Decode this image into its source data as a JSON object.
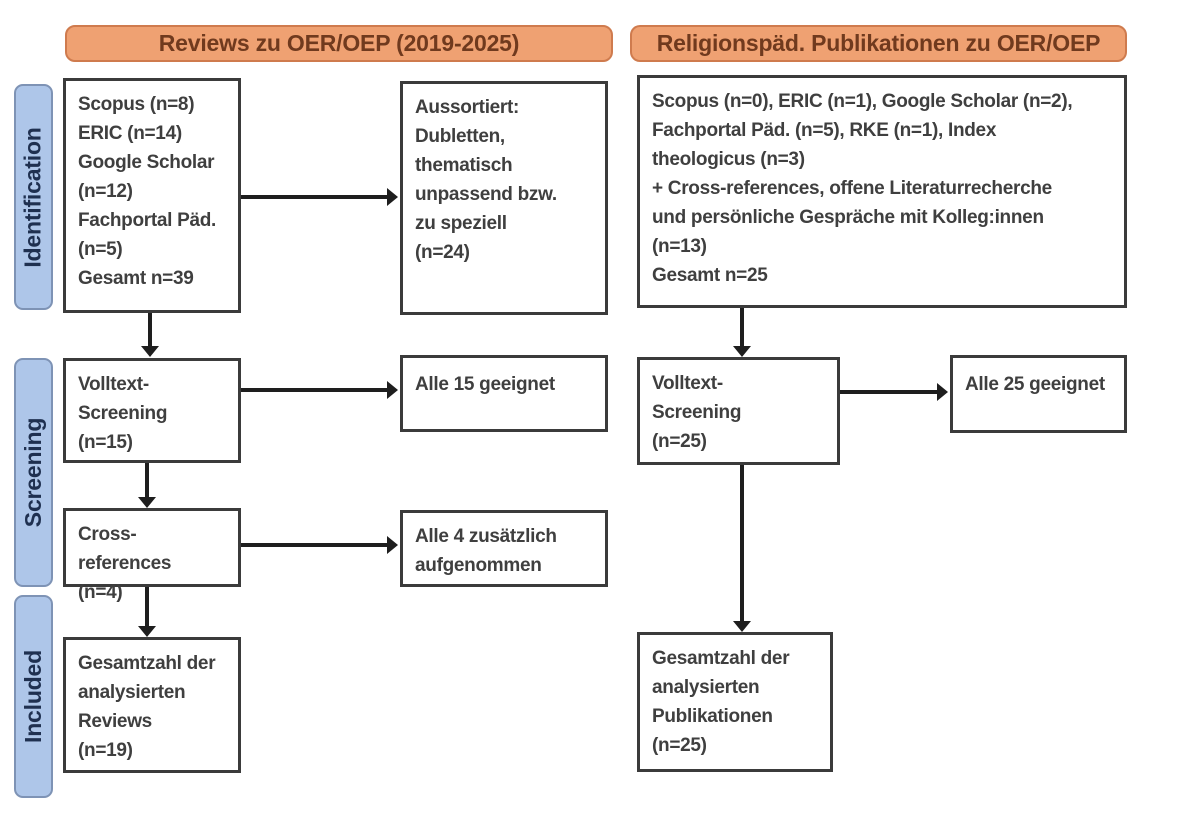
{
  "headers": {
    "left": "Reviews zu OER/OEP (2019-2025)",
    "right": "Religionspäd. Publikationen zu OER/OEP"
  },
  "stages": {
    "identification": "Identification",
    "screening": "Screening",
    "included": "Included"
  },
  "left_flow": {
    "identification_box": "Scopus (n=8)\nERIC (n=14)\nGoogle Scholar\n(n=12)\nFachportal Päd.\n(n=5)\nGesamt n=39",
    "excluded_box": "Aussortiert:\nDubletten,\nthematisch\nunpassend bzw.\nzu speziell\n(n=24)",
    "fulltext_box": "Volltext-\nScreening\n(n=15)",
    "fulltext_result_box": "Alle 15 geeignet",
    "crossref_box": "Cross-references\n(n=4)",
    "crossref_result_box": "Alle 4 zusätzlich\naufgenommen",
    "included_box": "Gesamtzahl der\nanalysierten\nReviews\n(n=19)"
  },
  "right_flow": {
    "identification_box": "Scopus (n=0), ERIC (n=1), Google Scholar (n=2),\nFachportal Päd. (n=5), RKE (n=1), Index\ntheologicus (n=3)\n+ Cross-references, offene Literaturrecherche\nund persönliche Gespräche mit Kolleg:innen\n(n=13)\nGesamt n=25",
    "fulltext_box": "Volltext-\nScreening\n(n=25)",
    "fulltext_result_box": "Alle 25 geeignet",
    "included_box": "Gesamtzahl der\nanalysierten\nPublikationen\n(n=25)"
  },
  "colors": {
    "page_bg": "#ffffff",
    "header_fill": "#efa172",
    "header_border": "#cf7b4e",
    "header_text": "#703a1e",
    "stage_fill": "#aec6e9",
    "stage_border": "#7e93b5",
    "stage_text": "#1f3050",
    "box_border": "#3b3b3b",
    "box_text": "#3f3f3f",
    "arrow": "#1e1e1e"
  }
}
